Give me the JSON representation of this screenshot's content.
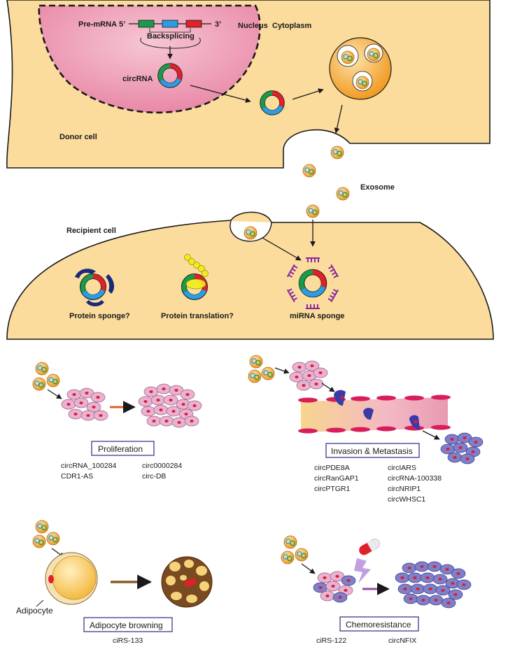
{
  "top_panel": {
    "pre_mrna": "Pre-mRNA",
    "five_prime": "5’",
    "three_prime": "3’",
    "backsplicing": "Backsplicing",
    "circrna": "circRNA",
    "nucleus": "Nucleus",
    "cytoplasm": "Cytoplasm",
    "donor_cell": "Donor cell",
    "exosome": "Exosome",
    "recipient_cell": "Recipient cell",
    "protein_sponge": "Protein sponge?",
    "protein_translation": "Protein translation?",
    "mirna_sponge": "miRNA sponge"
  },
  "panels": {
    "proliferation": {
      "title": "Proliferation",
      "genes_left": [
        "circRNA_100284",
        "CDR1-AS"
      ],
      "genes_right": [
        "circ0000284",
        "circ-DB"
      ]
    },
    "invasion": {
      "title": "Invasion & Metastasis",
      "genes_left": [
        "circPDE8A",
        "circRanGAP1",
        "circPTGR1"
      ],
      "genes_right": [
        "circIARS",
        "circRNA-100338",
        "circNRIP1",
        "circWHSC1"
      ]
    },
    "adipocyte": {
      "title": "Adipocyte browning",
      "cell_label": "Adipocyte",
      "genes": [
        "ciRS-133"
      ]
    },
    "chemoresistance": {
      "title": "Chemoresistance",
      "genes_left": [
        "ciRS-122"
      ],
      "genes_right": [
        "circNFIX"
      ]
    }
  },
  "colors": {
    "cell_fill": "#fbdc9c",
    "nucleus_fill": "#f2a0b8",
    "exosome_fill": "#f5a623",
    "circ_green": "#1a9a4a",
    "circ_red": "#e0202a",
    "circ_blue": "#2a9ee0",
    "mirna_purple": "#8a2a9a",
    "protein_navy": "#1a2a7a"
  }
}
